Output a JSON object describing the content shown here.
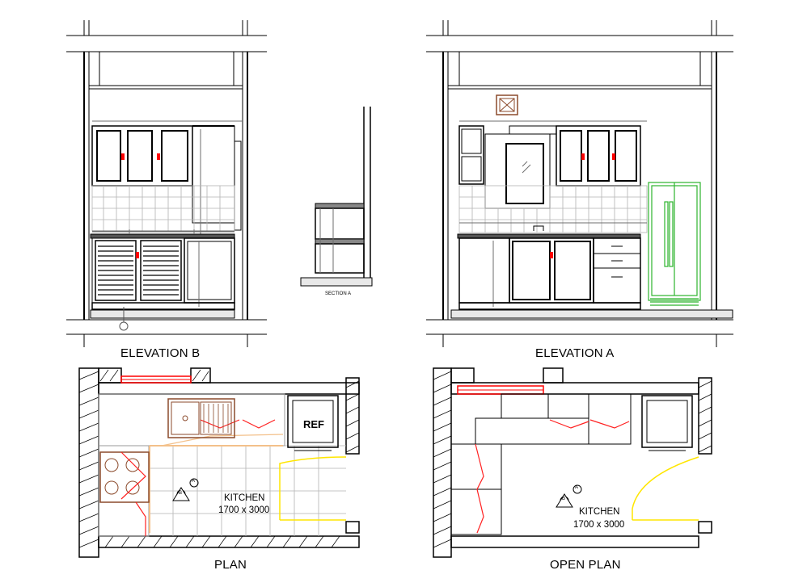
{
  "drawing": {
    "elevation_b_title": "ELEVATION B",
    "elevation_a_title": "ELEVATION A",
    "section_title": "SECTION A",
    "plan_title": "PLAN",
    "open_plan_title": "OPEN PLAN",
    "plan_room_name": "KITCHEN",
    "plan_room_size": "1700 x 3000",
    "open_plan_room_name": "KITCHEN",
    "open_plan_room_size": "1700 x 3000",
    "fridge_label": "REF",
    "marker_a": "A",
    "marker_b": "B"
  },
  "colors": {
    "line": "#000000",
    "dimension": "#6e6e6e",
    "tile_grid": "#b3b3b3",
    "handle": "#ff0000",
    "fridge": "#2db52d",
    "door_swing": "#ffe600",
    "sink": "#8b4a2b",
    "cabinet_swing": "#ff2020",
    "counter": "#f3c08a"
  }
}
